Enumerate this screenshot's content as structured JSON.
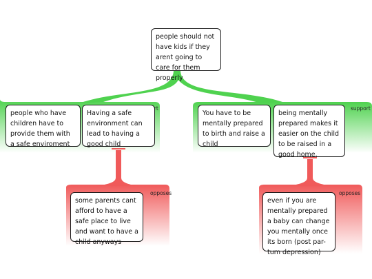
{
  "claim": "people should not have kids if they arent going to care for them properly",
  "colors": {
    "support": "#4fd24f",
    "oppose": "#f05a5a",
    "support_fade": "#ffffff",
    "oppose_fade": "#ffffff"
  },
  "groups": [
    {
      "tag": "support",
      "premises": [
        "people who have children have to provide them with a safe enviroment",
        "Having a safe environment can lead to having a good child"
      ]
    },
    {
      "tag": "support",
      "premises": [
        "You have to be mentally prepared to birth and raise a child",
        "being mentally prepared makes it easier on the child to be raised in a good home."
      ]
    }
  ],
  "objections": [
    {
      "tag": "opposes",
      "text": "some parents cant afford to have a safe place to live and want to have a child anyways"
    },
    {
      "tag": "opposes",
      "text": "even if you are mentally prepared a baby can change you mentally once its born (post par-tum depression)"
    }
  ]
}
